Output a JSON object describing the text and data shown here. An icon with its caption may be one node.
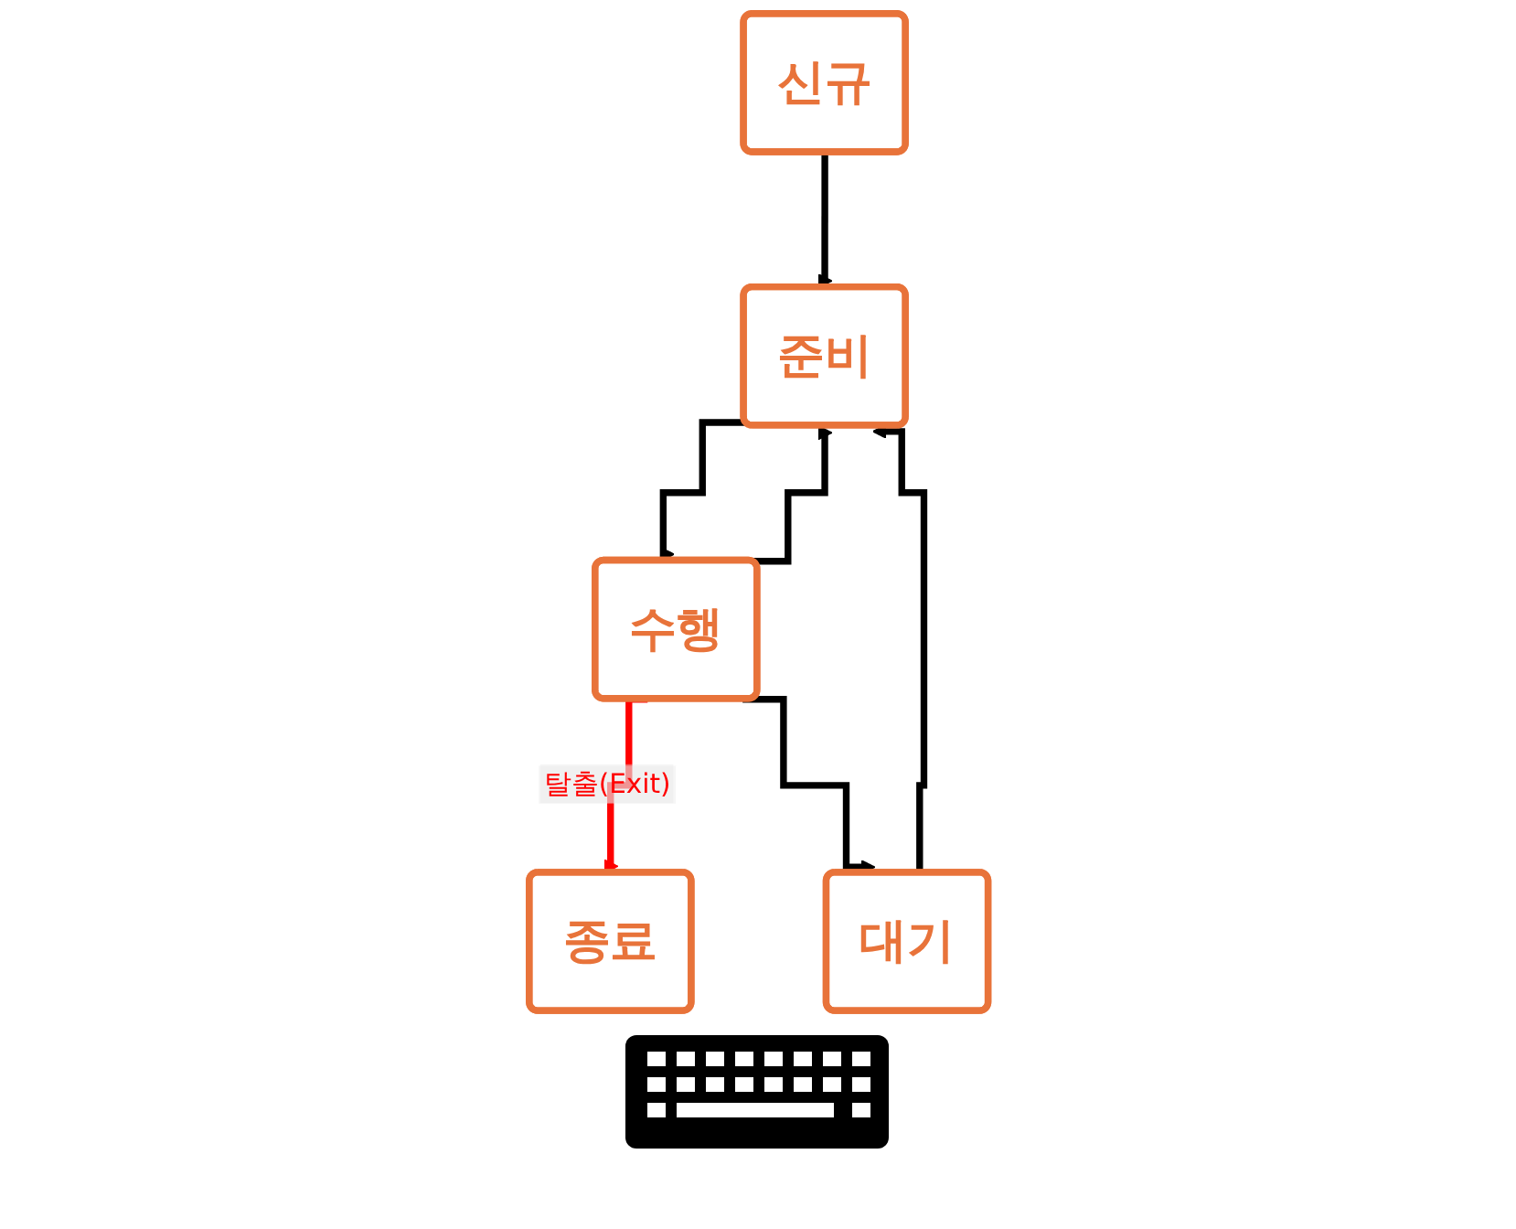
{
  "diagram": {
    "nodes": [
      {
        "text": [
          "신규"
        ]
      },
      {
        "text": [
          "종료"
        ]
      },
      {
        "text": [
          "준비"
        ]
      },
      {
        "text": [
          "수행"
        ]
      },
      {
        "text": [
          "대기"
        ]
      }
    ],
    "edges": [
      {
        "from": 0,
        "to": 2,
        "arrow": "to"
      },
      {
        "from": 2,
        "to": 3,
        "arrow": "to"
      },
      {
        "from": 3,
        "to": 2,
        "arrow": "to"
      },
      {
        "from": 3,
        "to": 1,
        "arrow": "to",
        "label": "탈출(Exit)",
        "color": "#ff0000"
      },
      {
        "from": 3,
        "to": 4,
        "arrow": "to"
      },
      {
        "from": 4,
        "to": 2,
        "arrow": "to"
      }
    ]
  }
}
